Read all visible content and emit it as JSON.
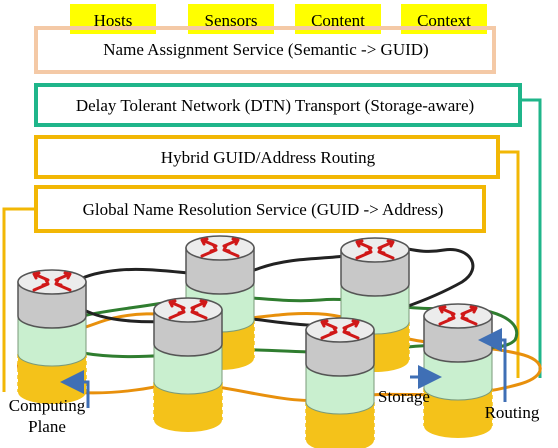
{
  "top_boxes": [
    "Hosts",
    "Sensors",
    "Content",
    "Context"
  ],
  "layers": {
    "name_assignment": "Name Assignment Service (Semantic -> GUID)",
    "dtn": "Delay Tolerant Network (DTN) Transport (Storage-aware)",
    "routing": "Hybrid GUID/Address Routing",
    "gnrs": "Global Name Resolution Service (GUID -> Address)"
  },
  "planes": {
    "computing_line1": "Computing",
    "computing_line2": "Plane",
    "storage": "Storage",
    "routing": "Routing"
  },
  "colors": {
    "top_box_fill": "#ffff00",
    "name_box_border": "#f4c9a6",
    "dtn_border": "#1fb58a",
    "yellow_border": "#f2b705",
    "orange_ring": "#e8900c",
    "green_ring": "#2f7d2f",
    "black_ring": "#222222",
    "arrow_blue": "#3f6fb5",
    "router_red": "#d01818",
    "cyl_gray": "#c8c8c8",
    "cyl_green": "#c9efcf",
    "cyl_yellow": "#f4c21a"
  },
  "icons": [
    "router-icon"
  ]
}
